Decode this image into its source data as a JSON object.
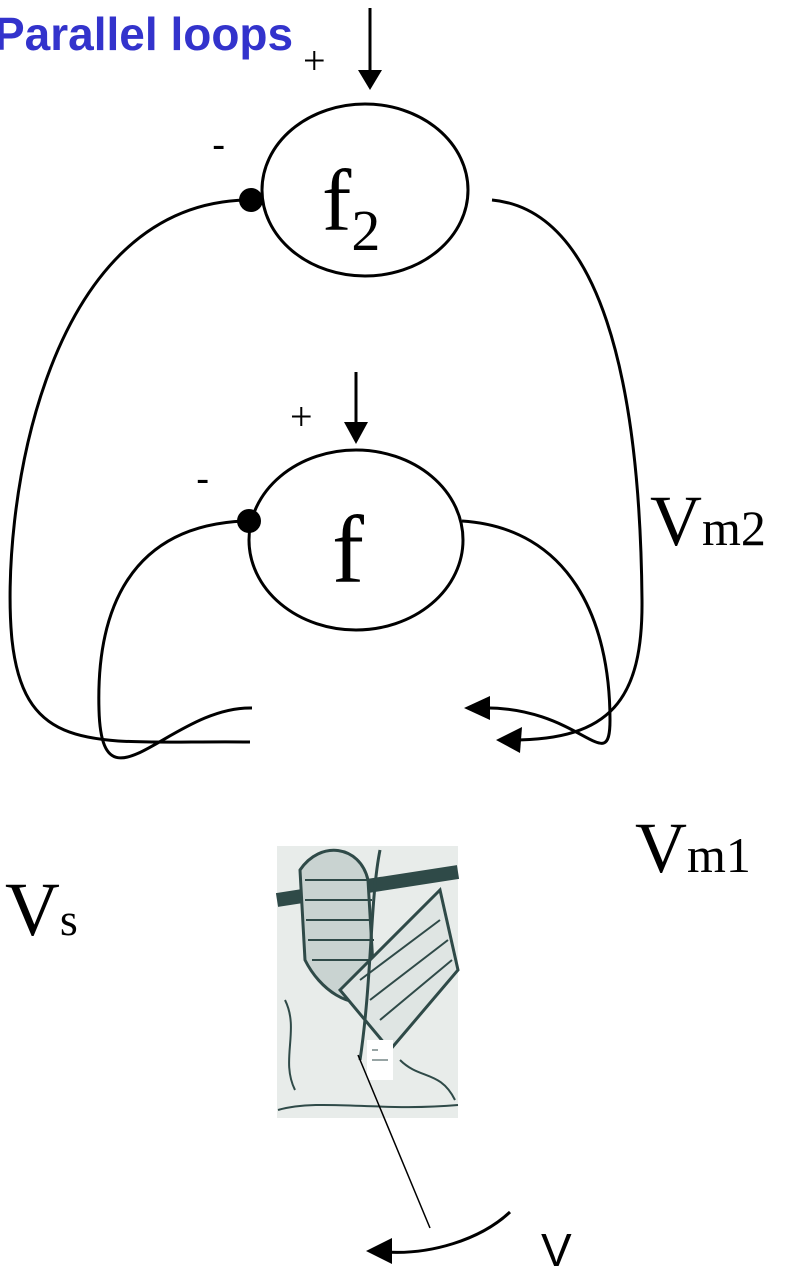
{
  "title": "Parallel loops",
  "colors": {
    "title": "#3333cc",
    "stroke": "#000000",
    "photo_bg": "#e8ecea",
    "photo_ink": "#2f4a48"
  },
  "comparators": [
    {
      "id": "outer",
      "main": "f",
      "subscript": "2",
      "plus_sign": "+",
      "minus_sign": "-"
    },
    {
      "id": "inner",
      "main": "f",
      "subscript": "",
      "plus_sign": "+",
      "minus_sign": "-"
    }
  ],
  "signals": {
    "vm2": {
      "main": "V",
      "sub": "m2"
    },
    "vm1": {
      "main": "V",
      "sub": "m1"
    },
    "vs": {
      "main": "V",
      "sub": "s"
    },
    "v": "V"
  },
  "icons": {
    "photo": "boat-sketch-image",
    "arrowheads": "arrow-head-icon",
    "junctions": "junction-dot-icon"
  }
}
